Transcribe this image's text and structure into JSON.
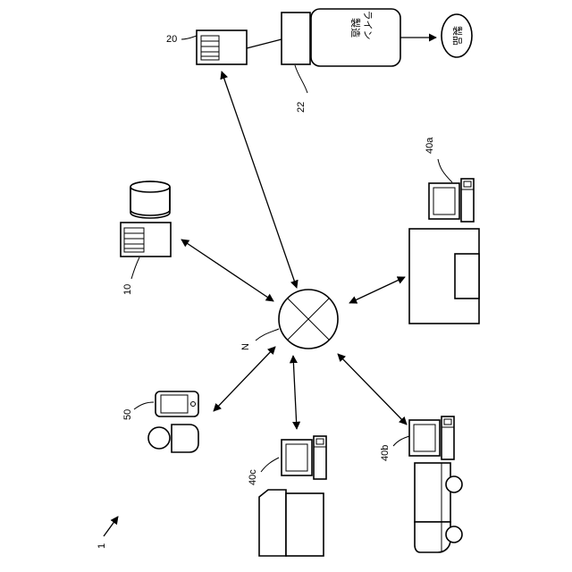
{
  "labels": {
    "system": "1",
    "server_db": "10",
    "server_factory": "20",
    "controller": "22",
    "terminal_a": "40a",
    "terminal_b": "40b",
    "terminal_c": "40c",
    "user_device": "50",
    "network": "N"
  },
  "production_line": {
    "line1": "製造",
    "line2": "ライン"
  },
  "product": {
    "text": "製品"
  }
}
